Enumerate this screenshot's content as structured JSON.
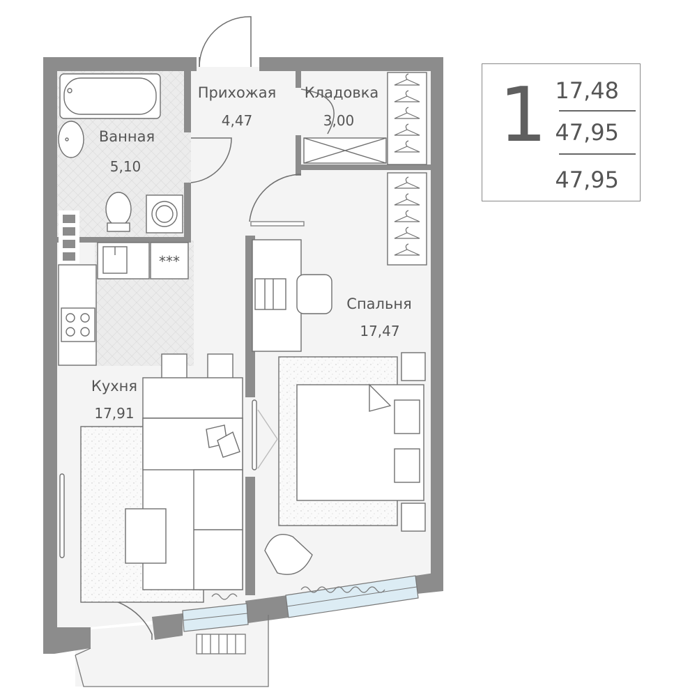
{
  "apartment": {
    "rooms_count": "1",
    "living_area": "17,48",
    "total_area": "47,95",
    "total_area_with_balcony": "47,95"
  },
  "rooms": {
    "bathroom": {
      "label": "Ванная",
      "area": "5,10"
    },
    "hallway": {
      "label": "Прихожая",
      "area": "4,47"
    },
    "storage": {
      "label": "Кладовка",
      "area": "3,00"
    },
    "bedroom": {
      "label": "Спальня",
      "area": "17,47"
    },
    "kitchen": {
      "label": "Кухня",
      "area": "17,91"
    }
  },
  "stove_marks": "***",
  "colors": {
    "wall": "#8c8c8c",
    "floor": "#f4f4f4",
    "tile": "#e9e9e9",
    "window": "#dcecf4",
    "furniture_stroke": "#6f6f6f",
    "text": "#555555"
  }
}
